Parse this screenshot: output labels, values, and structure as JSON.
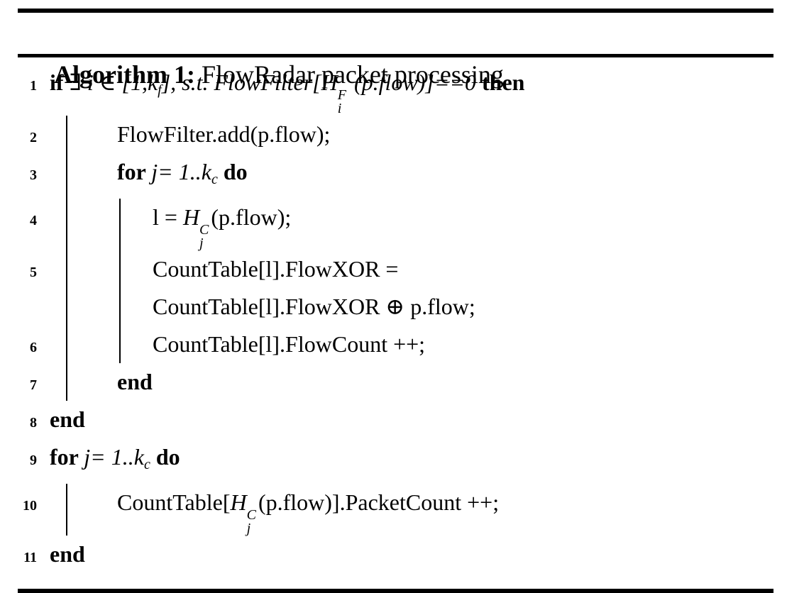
{
  "title": {
    "label": "Algorithm 1:",
    "text": "FlowRadar packet processing"
  },
  "colors": {
    "ink": "#000000",
    "paper": "#ffffff"
  },
  "algorithm": {
    "lines": [
      {
        "num": "1",
        "bars": 0,
        "segments": [
          {
            "t": "if ",
            "s": "kw"
          },
          {
            "t": "∃ ",
            "s": "rm"
          },
          {
            "t": "i ",
            "s": "it"
          },
          {
            "t": "∈ ",
            "s": "rm"
          },
          {
            "t": "[1,k",
            "s": "it"
          },
          {
            "t": "f",
            "s": "sub"
          },
          {
            "t": "], s.t. FlowFilter[H",
            "s": "it"
          },
          {
            "stack": {
              "top": "F",
              "bottom": "i"
            }
          },
          {
            "t": " (p.flow)]==0 ",
            "s": "it"
          },
          {
            "t": "then",
            "s": "kw"
          }
        ]
      },
      {
        "num": "2",
        "bars": 1,
        "segments": [
          {
            "t": "FlowFilter.add(p.flow);",
            "s": "rm"
          }
        ]
      },
      {
        "num": "3",
        "bars": 1,
        "segments": [
          {
            "t": "for ",
            "s": "kw"
          },
          {
            "t": "j= 1..k",
            "s": "it"
          },
          {
            "t": "c",
            "s": "sub"
          },
          {
            "t": " ",
            "s": "rm"
          },
          {
            "t": "do",
            "s": "kw"
          }
        ]
      },
      {
        "num": "4",
        "bars": 2,
        "segments": [
          {
            "t": "l = ",
            "s": "rm"
          },
          {
            "t": "H",
            "s": "it"
          },
          {
            "stack": {
              "top": "C",
              "bottom": "j"
            }
          },
          {
            "t": "(p.flow);",
            "s": "rm"
          }
        ]
      },
      {
        "num": "5",
        "bars": 2,
        "segments": [
          {
            "t": "CountTable[l].FlowXOR =",
            "s": "rm"
          }
        ]
      },
      {
        "num": "",
        "bars": 2,
        "segments": [
          {
            "t": "CountTable[l].FlowXOR ⊕ p.flow;",
            "s": "rm"
          }
        ]
      },
      {
        "num": "6",
        "bars": 2,
        "segments": [
          {
            "t": "CountTable[l].FlowCount ++;",
            "s": "rm"
          }
        ]
      },
      {
        "num": "7",
        "bars": 1,
        "segments": [
          {
            "t": "end",
            "s": "kw"
          }
        ]
      },
      {
        "num": "8",
        "bars": 0,
        "segments": [
          {
            "t": "end",
            "s": "kw"
          }
        ]
      },
      {
        "num": "9",
        "bars": 0,
        "segments": [
          {
            "t": "for ",
            "s": "kw"
          },
          {
            "t": "j= 1..k",
            "s": "it"
          },
          {
            "t": "c",
            "s": "sub"
          },
          {
            "t": " ",
            "s": "rm"
          },
          {
            "t": "do",
            "s": "kw"
          }
        ]
      },
      {
        "num": "10",
        "bars": 1,
        "segments": [
          {
            "t": "CountTable[",
            "s": "rm"
          },
          {
            "t": "H",
            "s": "it"
          },
          {
            "stack": {
              "top": "C",
              "bottom": "j"
            }
          },
          {
            "t": "(p.flow)].PacketCount ++;",
            "s": "rm"
          }
        ]
      },
      {
        "num": "11",
        "bars": 0,
        "segments": [
          {
            "t": "end",
            "s": "kw"
          }
        ]
      }
    ]
  }
}
